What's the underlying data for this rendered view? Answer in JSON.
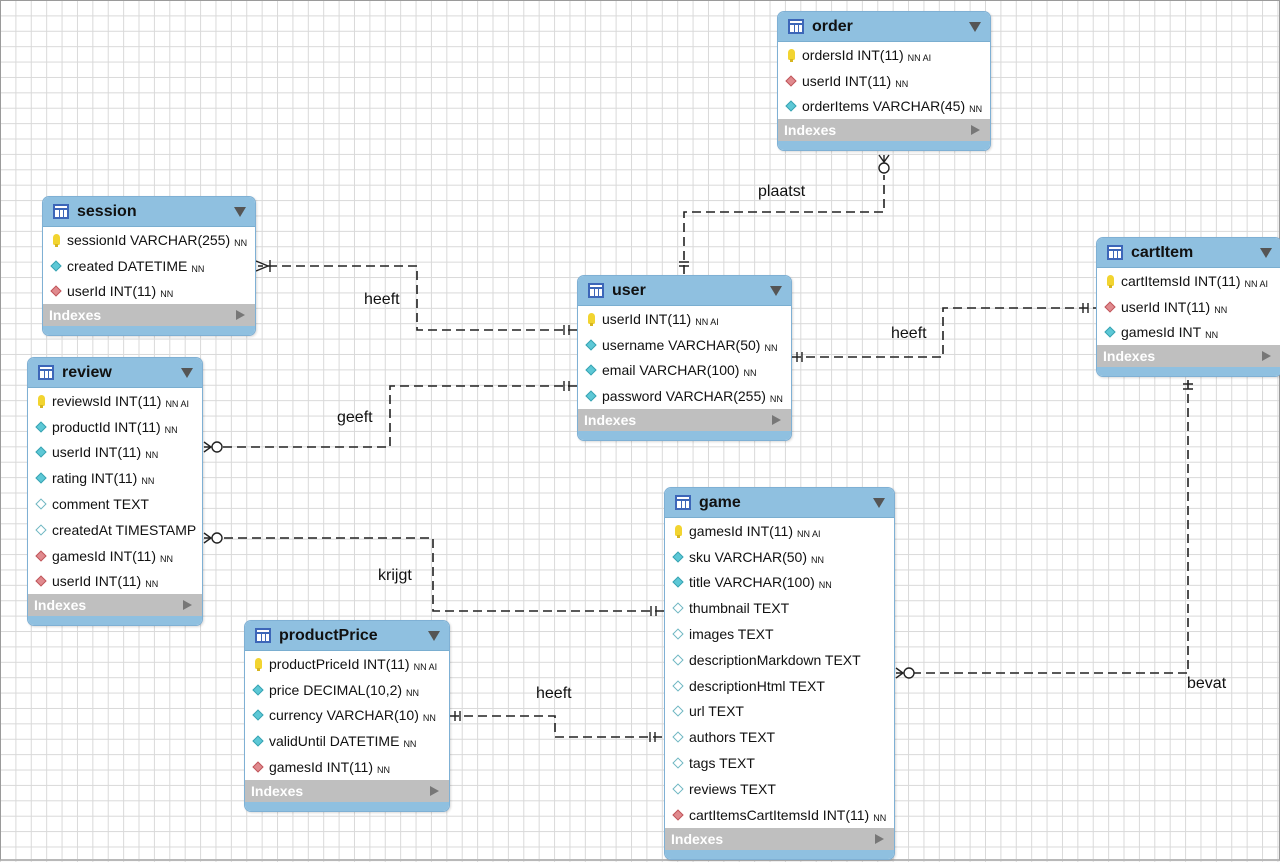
{
  "tables": {
    "order": {
      "name": "order",
      "indexes_label": "Indexes",
      "columns": [
        {
          "text": "ordersId INT(11)",
          "flags": "NN AI",
          "icon": "primary-key-icon"
        },
        {
          "text": "userId INT(11)",
          "flags": "NN",
          "icon": "foreign-key-icon"
        },
        {
          "text": "orderItems VARCHAR(45)",
          "flags": "NN",
          "icon": "column-icon"
        }
      ]
    },
    "session": {
      "name": "session",
      "indexes_label": "Indexes",
      "columns": [
        {
          "text": "sessionId VARCHAR(255)",
          "flags": "NN",
          "icon": "primary-key-icon"
        },
        {
          "text": "created DATETIME",
          "flags": "NN",
          "icon": "column-icon"
        },
        {
          "text": "userId INT(11)",
          "flags": "NN",
          "icon": "foreign-key-icon"
        }
      ]
    },
    "user": {
      "name": "user",
      "indexes_label": "Indexes",
      "columns": [
        {
          "text": "userId INT(11)",
          "flags": "NN AI",
          "icon": "primary-key-icon"
        },
        {
          "text": "username VARCHAR(50)",
          "flags": "NN",
          "icon": "column-icon"
        },
        {
          "text": "email VARCHAR(100)",
          "flags": "NN",
          "icon": "column-icon"
        },
        {
          "text": "password VARCHAR(255)",
          "flags": "NN",
          "icon": "column-icon"
        }
      ]
    },
    "cartItem": {
      "name": "cartItem",
      "indexes_label": "Indexes",
      "columns": [
        {
          "text": "cartItemsId INT(11)",
          "flags": "NN AI",
          "icon": "primary-key-icon"
        },
        {
          "text": "userId INT(11)",
          "flags": "NN",
          "icon": "foreign-key-icon"
        },
        {
          "text": "gamesId INT",
          "flags": "NN",
          "icon": "column-icon"
        }
      ]
    },
    "review": {
      "name": "review",
      "indexes_label": "Indexes",
      "columns": [
        {
          "text": "reviewsId INT(11)",
          "flags": "NN AI",
          "icon": "primary-key-icon"
        },
        {
          "text": "productId INT(11)",
          "flags": "NN",
          "icon": "column-icon"
        },
        {
          "text": "userId INT(11)",
          "flags": "NN",
          "icon": "column-icon"
        },
        {
          "text": "rating INT(11)",
          "flags": "NN",
          "icon": "column-icon"
        },
        {
          "text": "comment TEXT",
          "flags": "",
          "icon": "nullable-column-icon"
        },
        {
          "text": "createdAt TIMESTAMP",
          "flags": "",
          "icon": "nullable-column-icon"
        },
        {
          "text": "gamesId INT(11)",
          "flags": "NN",
          "icon": "foreign-key-icon"
        },
        {
          "text": "userId INT(11)",
          "flags": "NN",
          "icon": "foreign-key-icon"
        }
      ]
    },
    "game": {
      "name": "game",
      "indexes_label": "Indexes",
      "columns": [
        {
          "text": "gamesId INT(11)",
          "flags": "NN AI",
          "icon": "primary-key-icon"
        },
        {
          "text": "sku VARCHAR(50)",
          "flags": "NN",
          "icon": "column-icon"
        },
        {
          "text": "title VARCHAR(100)",
          "flags": "NN",
          "icon": "column-icon"
        },
        {
          "text": "thumbnail TEXT",
          "flags": "",
          "icon": "nullable-column-icon"
        },
        {
          "text": "images TEXT",
          "flags": "",
          "icon": "nullable-column-icon"
        },
        {
          "text": "descriptionMarkdown TEXT",
          "flags": "",
          "icon": "nullable-column-icon"
        },
        {
          "text": "descriptionHtml TEXT",
          "flags": "",
          "icon": "nullable-column-icon"
        },
        {
          "text": "url TEXT",
          "flags": "",
          "icon": "nullable-column-icon"
        },
        {
          "text": "authors TEXT",
          "flags": "",
          "icon": "nullable-column-icon"
        },
        {
          "text": "tags TEXT",
          "flags": "",
          "icon": "nullable-column-icon"
        },
        {
          "text": "reviews TEXT",
          "flags": "",
          "icon": "nullable-column-icon"
        },
        {
          "text": "cartItemsCartItemsId INT(11)",
          "flags": "NN",
          "icon": "foreign-key-icon"
        }
      ]
    },
    "productPrice": {
      "name": "productPrice",
      "indexes_label": "Indexes",
      "columns": [
        {
          "text": "productPriceId INT(11)",
          "flags": "NN AI",
          "icon": "primary-key-icon"
        },
        {
          "text": "price DECIMAL(10,2)",
          "flags": "NN",
          "icon": "column-icon"
        },
        {
          "text": "currency VARCHAR(10)",
          "flags": "NN",
          "icon": "column-icon"
        },
        {
          "text": "validUntil DATETIME",
          "flags": "NN",
          "icon": "column-icon"
        },
        {
          "text": "gamesId INT(11)",
          "flags": "NN",
          "icon": "foreign-key-icon"
        }
      ]
    }
  },
  "relationships": {
    "user_order": "plaatst",
    "user_session": "heeft",
    "user_cartitem": "heeft",
    "user_review": "geeft",
    "game_review": "krijgt",
    "game_productprice": "heeft",
    "cartitem_game": "bevat"
  },
  "colors": {
    "header": "#8fc0e0",
    "border": "#7fb0d4",
    "indexes_bar": "#bfbfbf",
    "primary_key": "#f2d430",
    "column": "#5dc8d6",
    "foreign_key": "#e08a8e"
  }
}
